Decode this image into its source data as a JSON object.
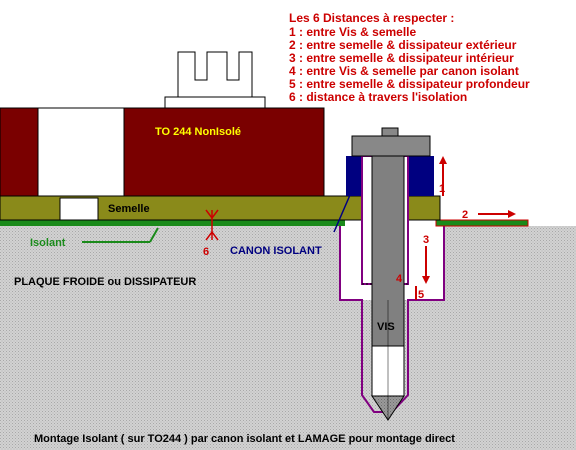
{
  "legend": {
    "title": "Les 6 Distances à respecter :",
    "items": [
      "1 : entre Vis & semelle",
      "2 : entre semelle & dissipateur extérieur",
      "3 : entre semelle & dissipateur intérieur",
      "4 : entre Vis & semelle par canon isolant",
      "5 : entre semelle & dissipateur profondeur",
      "6 : distance à travers l'isolation"
    ]
  },
  "labels": {
    "component": "TO 244 NonIsolé",
    "semelle": "Semelle",
    "isolant": "Isolant",
    "canon": "CANON ISOLANT",
    "plaque": "PLAQUE FROIDE ou DISSIPATEUR",
    "vis": "VIS",
    "caption": "Montage Isolant ( sur TO244 ) par canon isolant et LAMAGE pour montage direct"
  },
  "markers": {
    "m1": "1",
    "m2": "2",
    "m3": "3",
    "m4": "4",
    "m5": "5",
    "m6": "6"
  },
  "colors": {
    "component_body": "#7a0000",
    "semelle": "#8a8a1a",
    "isolant": "#1a8a1a",
    "canon": "#000080",
    "canon_outline": "#800080",
    "plaque": "#c8c8c8",
    "screw": "#888888",
    "marker": "#cc0000",
    "legend_text": "#cc0000"
  }
}
